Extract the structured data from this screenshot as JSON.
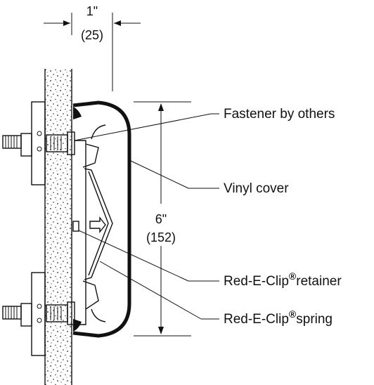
{
  "dimensions": {
    "thickness_in": "1\"",
    "thickness_mm": "(25)",
    "height_in": "6\"",
    "height_mm": "(152)"
  },
  "callouts": {
    "fastener": "Fastener by others",
    "vinyl_cover": "Vinyl cover",
    "retainer_prefix": "Red-E-Clip",
    "retainer_suffix": "retainer",
    "spring_prefix": "Red-E-Clip",
    "spring_suffix": "spring",
    "registered_mark": "®"
  }
}
